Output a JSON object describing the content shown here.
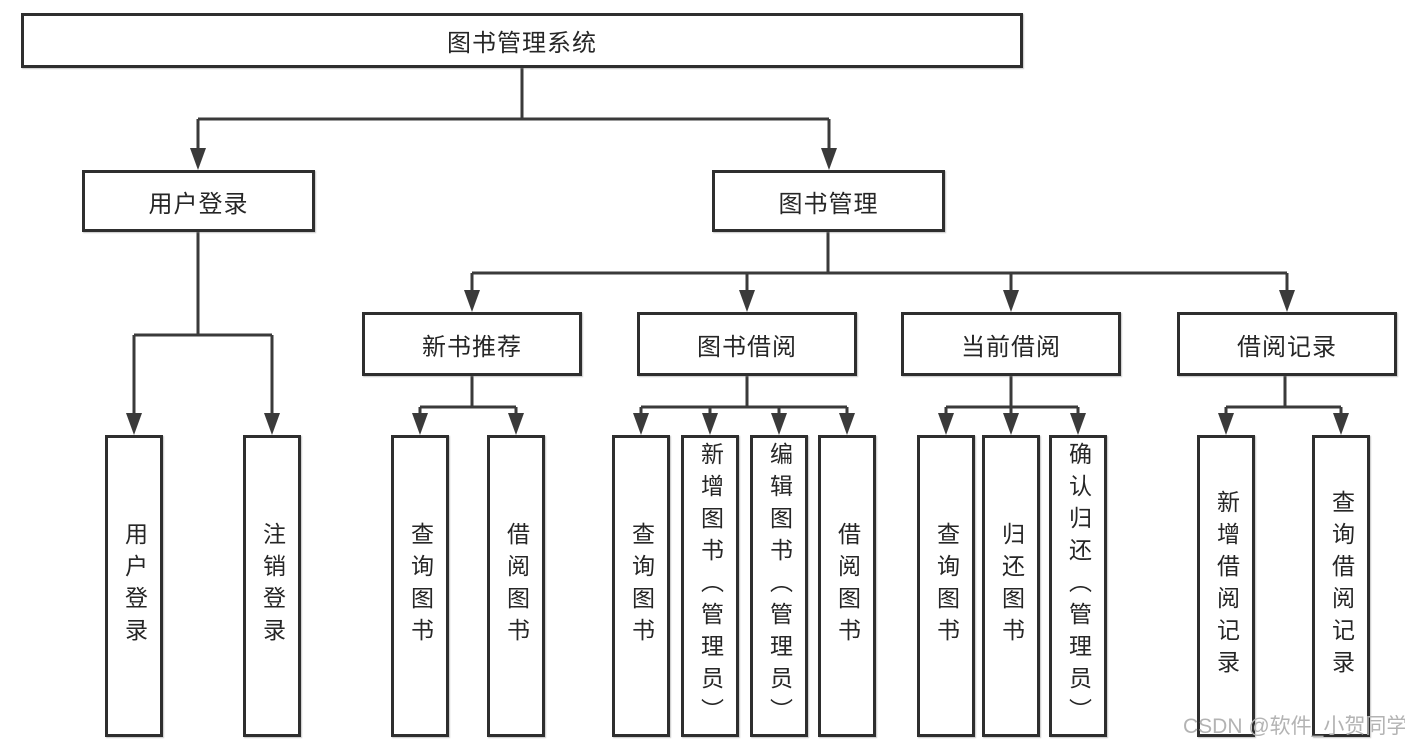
{
  "colors": {
    "line": "#3a3a3a",
    "box_border": "#2e2e2e",
    "box_fill": "#ffffff",
    "text": "#262626",
    "watermark_text": "#b3b3b3",
    "background": "#ffffff"
  },
  "nodes": {
    "root": {
      "label": "图书管理系统"
    },
    "level2": [
      {
        "label": "用户登录"
      },
      {
        "label": "图书管理"
      }
    ],
    "level3": [
      {
        "label": "新书推荐",
        "parent": "图书管理"
      },
      {
        "label": "图书借阅",
        "parent": "图书管理"
      },
      {
        "label": "当前借阅",
        "parent": "图书管理"
      },
      {
        "label": "借阅记录",
        "parent": "图书管理"
      }
    ],
    "leaves": [
      {
        "label": "用户登录",
        "parent": "用户登录"
      },
      {
        "label": "注销登录",
        "parent": "用户登录"
      },
      {
        "label": "查询图书",
        "parent": "新书推荐"
      },
      {
        "label": "借阅图书",
        "parent": "新书推荐"
      },
      {
        "label": "查询图书",
        "parent": "图书借阅"
      },
      {
        "label": "新增图书（管理员）",
        "parent": "图书借阅"
      },
      {
        "label": "编辑图书（管理员）",
        "parent": "图书借阅"
      },
      {
        "label": "借阅图书",
        "parent": "图书借阅"
      },
      {
        "label": "查询图书",
        "parent": "当前借阅"
      },
      {
        "label": "归还图书",
        "parent": "当前借阅"
      },
      {
        "label": "确认归还（管理员）",
        "parent": "当前借阅"
      },
      {
        "label": "新增借阅记录",
        "parent": "借阅记录"
      },
      {
        "label": "查询借阅记录",
        "parent": "借阅记录"
      }
    ]
  },
  "watermark": "CSDN @软件_小贺同学"
}
